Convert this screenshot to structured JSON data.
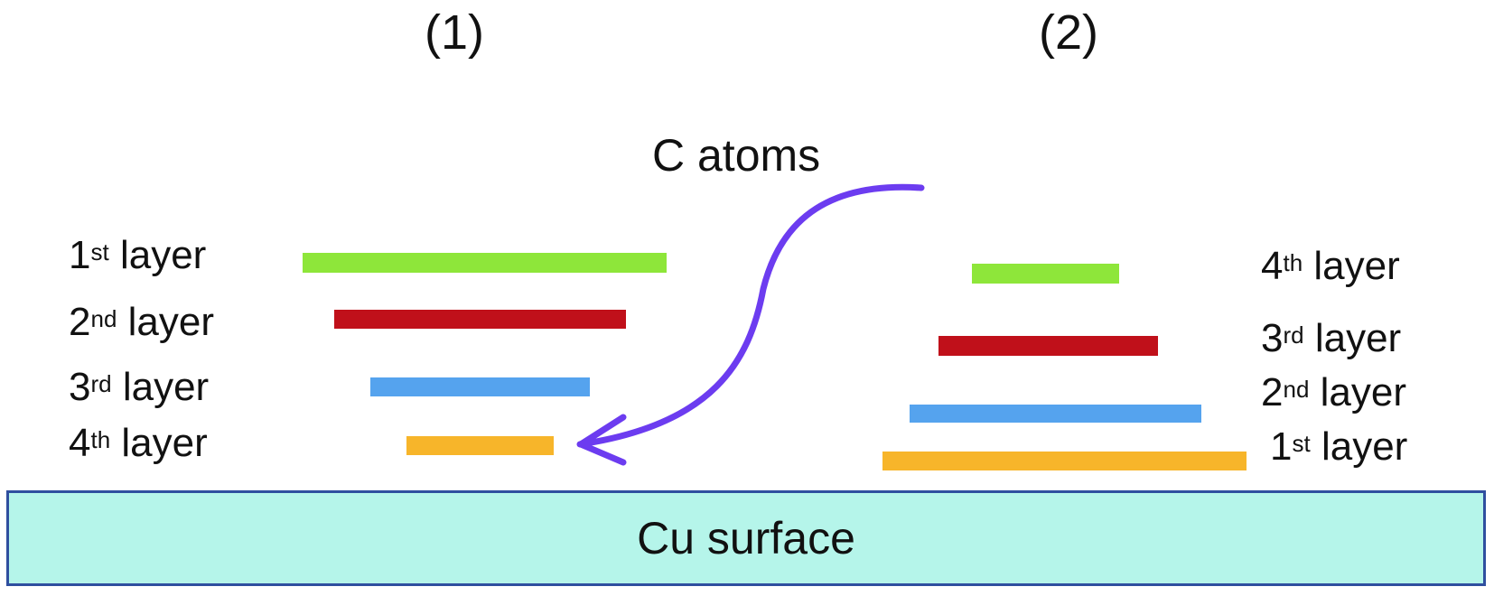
{
  "panels": [
    {
      "label": "(1)",
      "layers": [
        {
          "number": "1",
          "suffix": "st",
          "word": "layer",
          "color": "#8ee63a"
        },
        {
          "number": "2",
          "suffix": "nd",
          "word": "layer",
          "color": "#c0101a"
        },
        {
          "number": "3",
          "suffix": "rd",
          "word": "layer",
          "color": "#55a3ee"
        },
        {
          "number": "4",
          "suffix": "th",
          "word": "layer",
          "color": "#f7b52a"
        }
      ]
    },
    {
      "label": "(2)",
      "layers": [
        {
          "number": "4",
          "suffix": "th",
          "word": "layer",
          "color": "#8ee63a"
        },
        {
          "number": "3",
          "suffix": "rd",
          "word": "layer",
          "color": "#c0101a"
        },
        {
          "number": "2",
          "suffix": "nd",
          "word": "layer",
          "color": "#55a3ee"
        },
        {
          "number": "1",
          "suffix": "st",
          "word": "layer",
          "color": "#f7b52a"
        }
      ]
    }
  ],
  "carbon_label": "C atoms",
  "substrate_label": "Cu surface",
  "colors": {
    "arrow": "#6c3cf0",
    "substrate_fill": "#b5f5ea",
    "substrate_border": "#2f4f9f"
  }
}
